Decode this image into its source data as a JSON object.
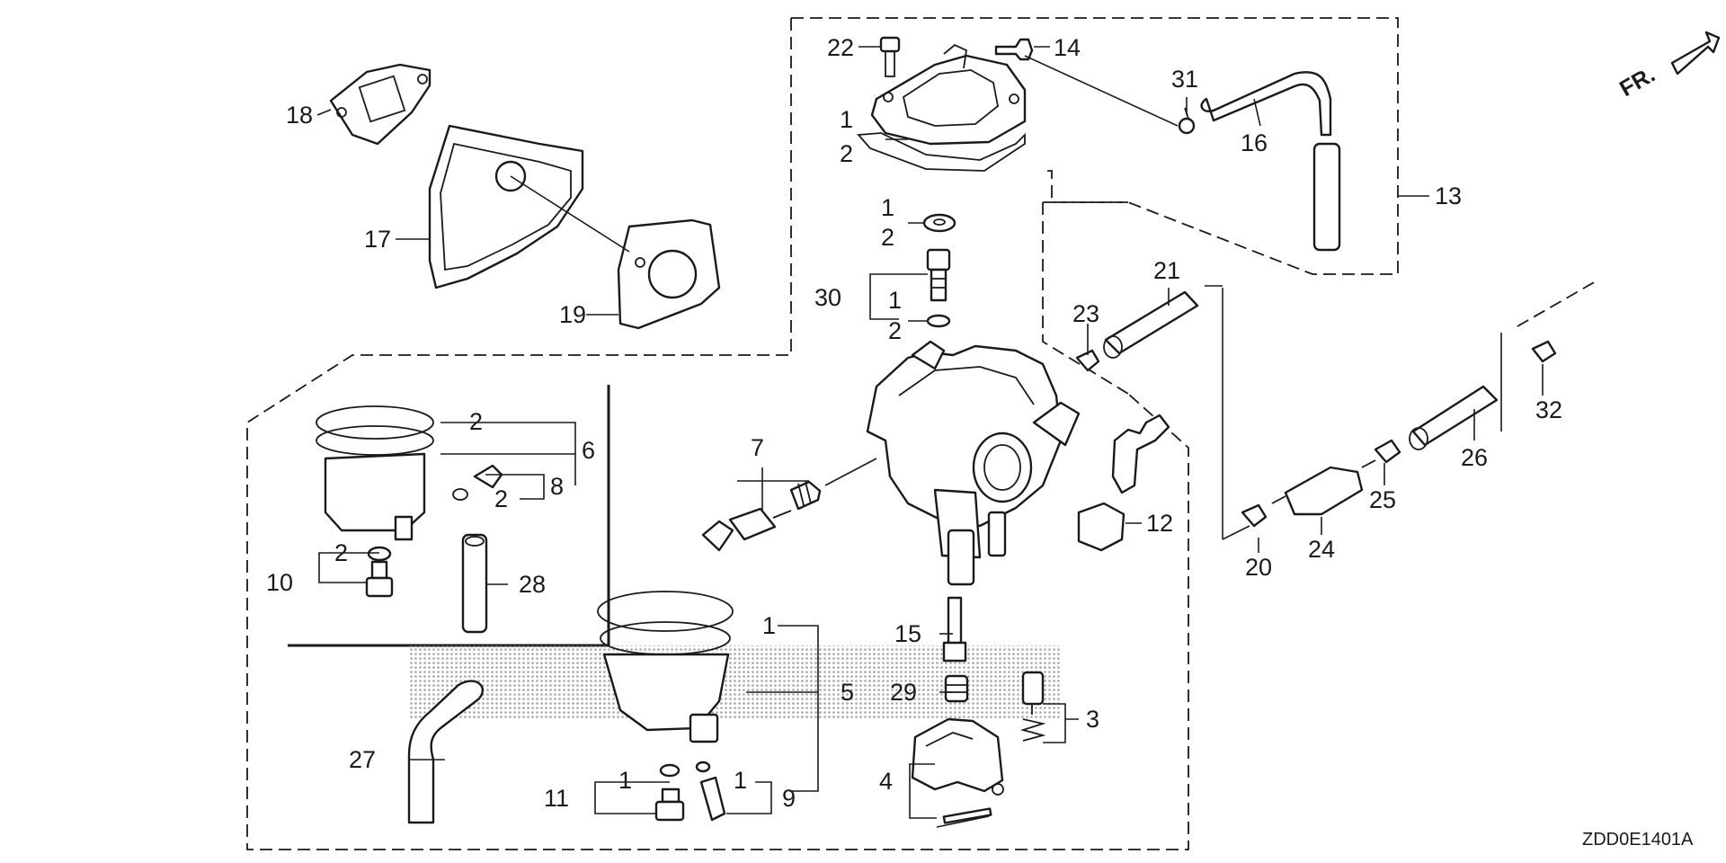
{
  "diagram": {
    "drawing_code": "ZDD0E1401A",
    "direction_marker": "FR.",
    "colors": {
      "line": "#1a1a1a",
      "watermark": "#b8b8b8",
      "background": "#ffffff"
    },
    "callouts": {
      "c1_a": "1",
      "c1_b": "1",
      "c1_c": "1",
      "c1_d": "1",
      "c1_e": "1",
      "c1_f": "1",
      "c2_a": "2",
      "c2_b": "2",
      "c2_c": "2",
      "c2_d": "2",
      "c2_e": "2",
      "c2_f": "2",
      "c3": "3",
      "c4": "4",
      "c5": "5",
      "c6": "6",
      "c7": "7",
      "c8": "8",
      "c9": "9",
      "c10": "10",
      "c11": "11",
      "c12": "12",
      "c13": "13",
      "c14": "14",
      "c15": "15",
      "c16": "16",
      "c17": "17",
      "c18": "18",
      "c19": "19",
      "c20": "20",
      "c21": "21",
      "c22": "22",
      "c23": "23",
      "c24": "24",
      "c25": "25",
      "c26": "26",
      "c27": "27",
      "c28": "28",
      "c29": "29",
      "c30": "30",
      "c31": "31",
      "c32": "32"
    }
  }
}
